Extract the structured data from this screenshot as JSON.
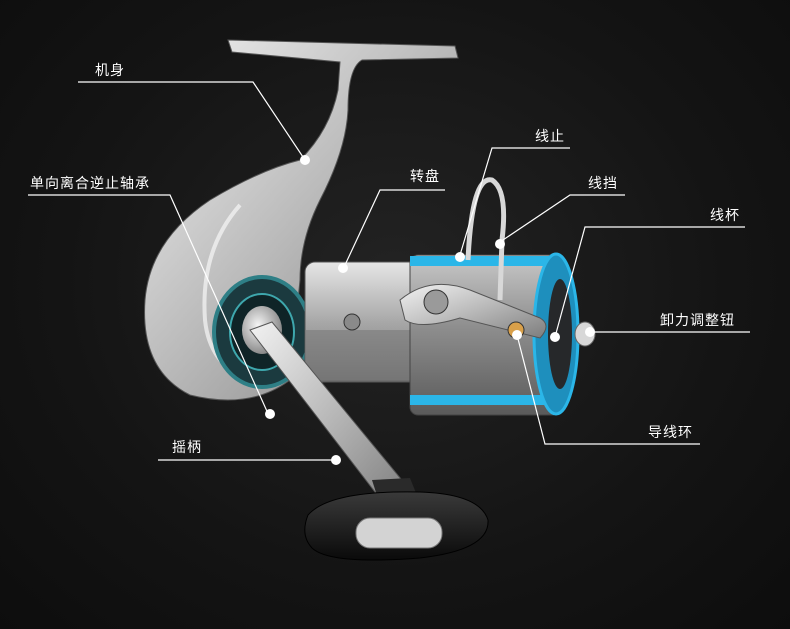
{
  "labels": {
    "body": "机身",
    "bearing": "单向离合逆止轴承",
    "rotor": "转盘",
    "line_stop": "线止",
    "bail": "线挡",
    "spool": "线杯",
    "drag_knob": "卸力调整钮",
    "line_roller": "导线环",
    "handle": "摇柄"
  },
  "colors": {
    "background": "#141414",
    "accent": "#2bb6e8",
    "callout_line": "#ffffff"
  }
}
